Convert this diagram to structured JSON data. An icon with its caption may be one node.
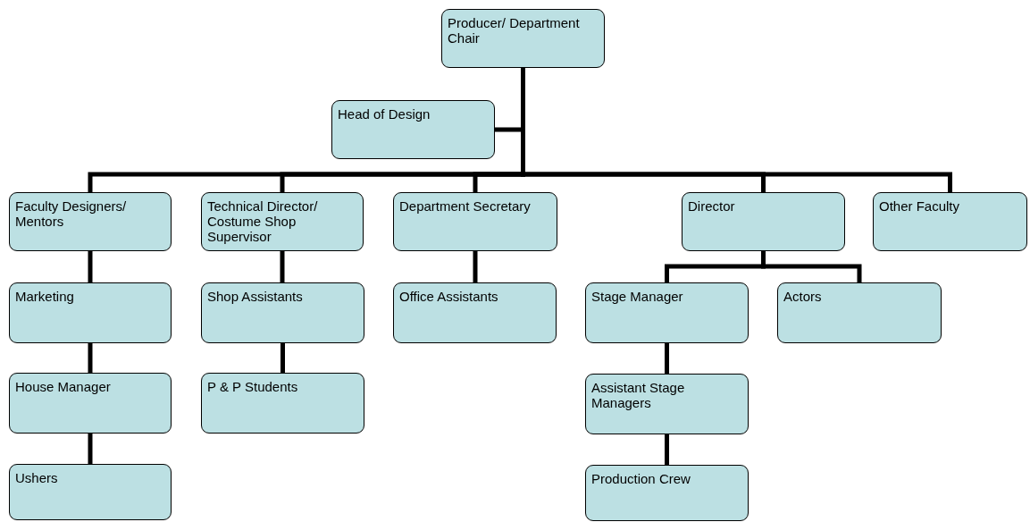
{
  "diagram": {
    "nodes": [
      {
        "text": [
          "Producer/ Department Chair"
        ]
      },
      {
        "text": [
          "Head of Design"
        ]
      },
      {
        "text": [
          "Faculty Designers/ Mentors"
        ]
      },
      {
        "text": [
          "Technical Director/ Costume Shop Supervisor"
        ]
      },
      {
        "text": [
          "Department Secretary"
        ]
      },
      {
        "text": [
          "Director"
        ]
      },
      {
        "text": [
          "Other Faculty"
        ]
      },
      {
        "text": [
          "Marketing"
        ]
      },
      {
        "text": [
          "Shop Assistants"
        ]
      },
      {
        "text": [
          "Office Assistants"
        ]
      },
      {
        "text": [
          "Stage Manager"
        ]
      },
      {
        "text": [
          "Actors"
        ]
      },
      {
        "text": [
          "House Manager"
        ]
      },
      {
        "text": [
          "P & P Students"
        ]
      },
      {
        "text": [
          "Assistant Stage Managers"
        ]
      },
      {
        "text": [
          "Ushers"
        ]
      },
      {
        "text": [
          "Production Crew"
        ]
      }
    ],
    "edges": [
      {
        "from": 0,
        "to": 1,
        "arrow": "none"
      },
      {
        "from": 0,
        "to": 2,
        "arrow": "none"
      },
      {
        "from": 0,
        "to": 3,
        "arrow": "none"
      },
      {
        "from": 0,
        "to": 4,
        "arrow": "none"
      },
      {
        "from": 0,
        "to": 5,
        "arrow": "none"
      },
      {
        "from": 0,
        "to": 6,
        "arrow": "none"
      },
      {
        "from": 2,
        "to": 7,
        "arrow": "none"
      },
      {
        "from": 7,
        "to": 12,
        "arrow": "none"
      },
      {
        "from": 12,
        "to": 15,
        "arrow": "none"
      },
      {
        "from": 3,
        "to": 8,
        "arrow": "none"
      },
      {
        "from": 8,
        "to": 13,
        "arrow": "none"
      },
      {
        "from": 4,
        "to": 9,
        "arrow": "none"
      },
      {
        "from": 5,
        "to": 10,
        "arrow": "none"
      },
      {
        "from": 5,
        "to": 11,
        "arrow": "none"
      },
      {
        "from": 10,
        "to": 14,
        "arrow": "none"
      },
      {
        "from": 14,
        "to": 16,
        "arrow": "none"
      }
    ]
  }
}
